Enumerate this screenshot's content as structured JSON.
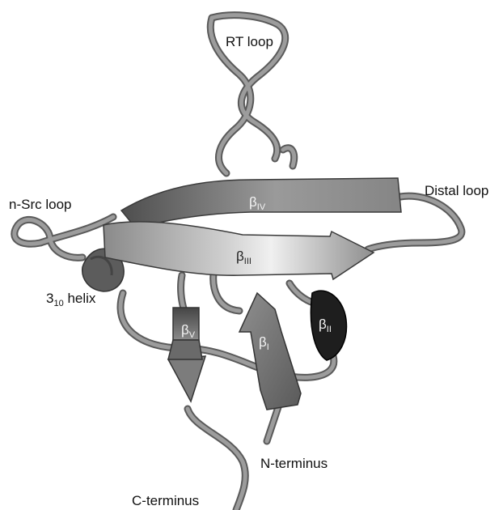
{
  "labels": {
    "rt_loop": "RT loop",
    "n_src_loop": "n-Src loop",
    "distal_loop": "Distal loop",
    "helix_base": "3",
    "helix_sub": "10",
    "helix_suffix": " helix",
    "n_terminus": "N-terminus",
    "c_terminus": "C-terminus"
  },
  "strands": {
    "beta_I": {
      "symbol": "β",
      "sub": "I"
    },
    "beta_II": {
      "symbol": "β",
      "sub": "II"
    },
    "beta_III": {
      "symbol": "β",
      "sub": "III"
    },
    "beta_IV": {
      "symbol": "β",
      "sub": "IV"
    },
    "beta_V": {
      "symbol": "β",
      "sub": "V"
    }
  },
  "colors": {
    "coil": "#8e8e8e",
    "coil_edge": "#5a5a5a",
    "strand_dark": "#4a4a4a",
    "strand_mid": "#808080",
    "strand_light": "#e2e2e2",
    "strand_black": "#1e1e1e"
  }
}
